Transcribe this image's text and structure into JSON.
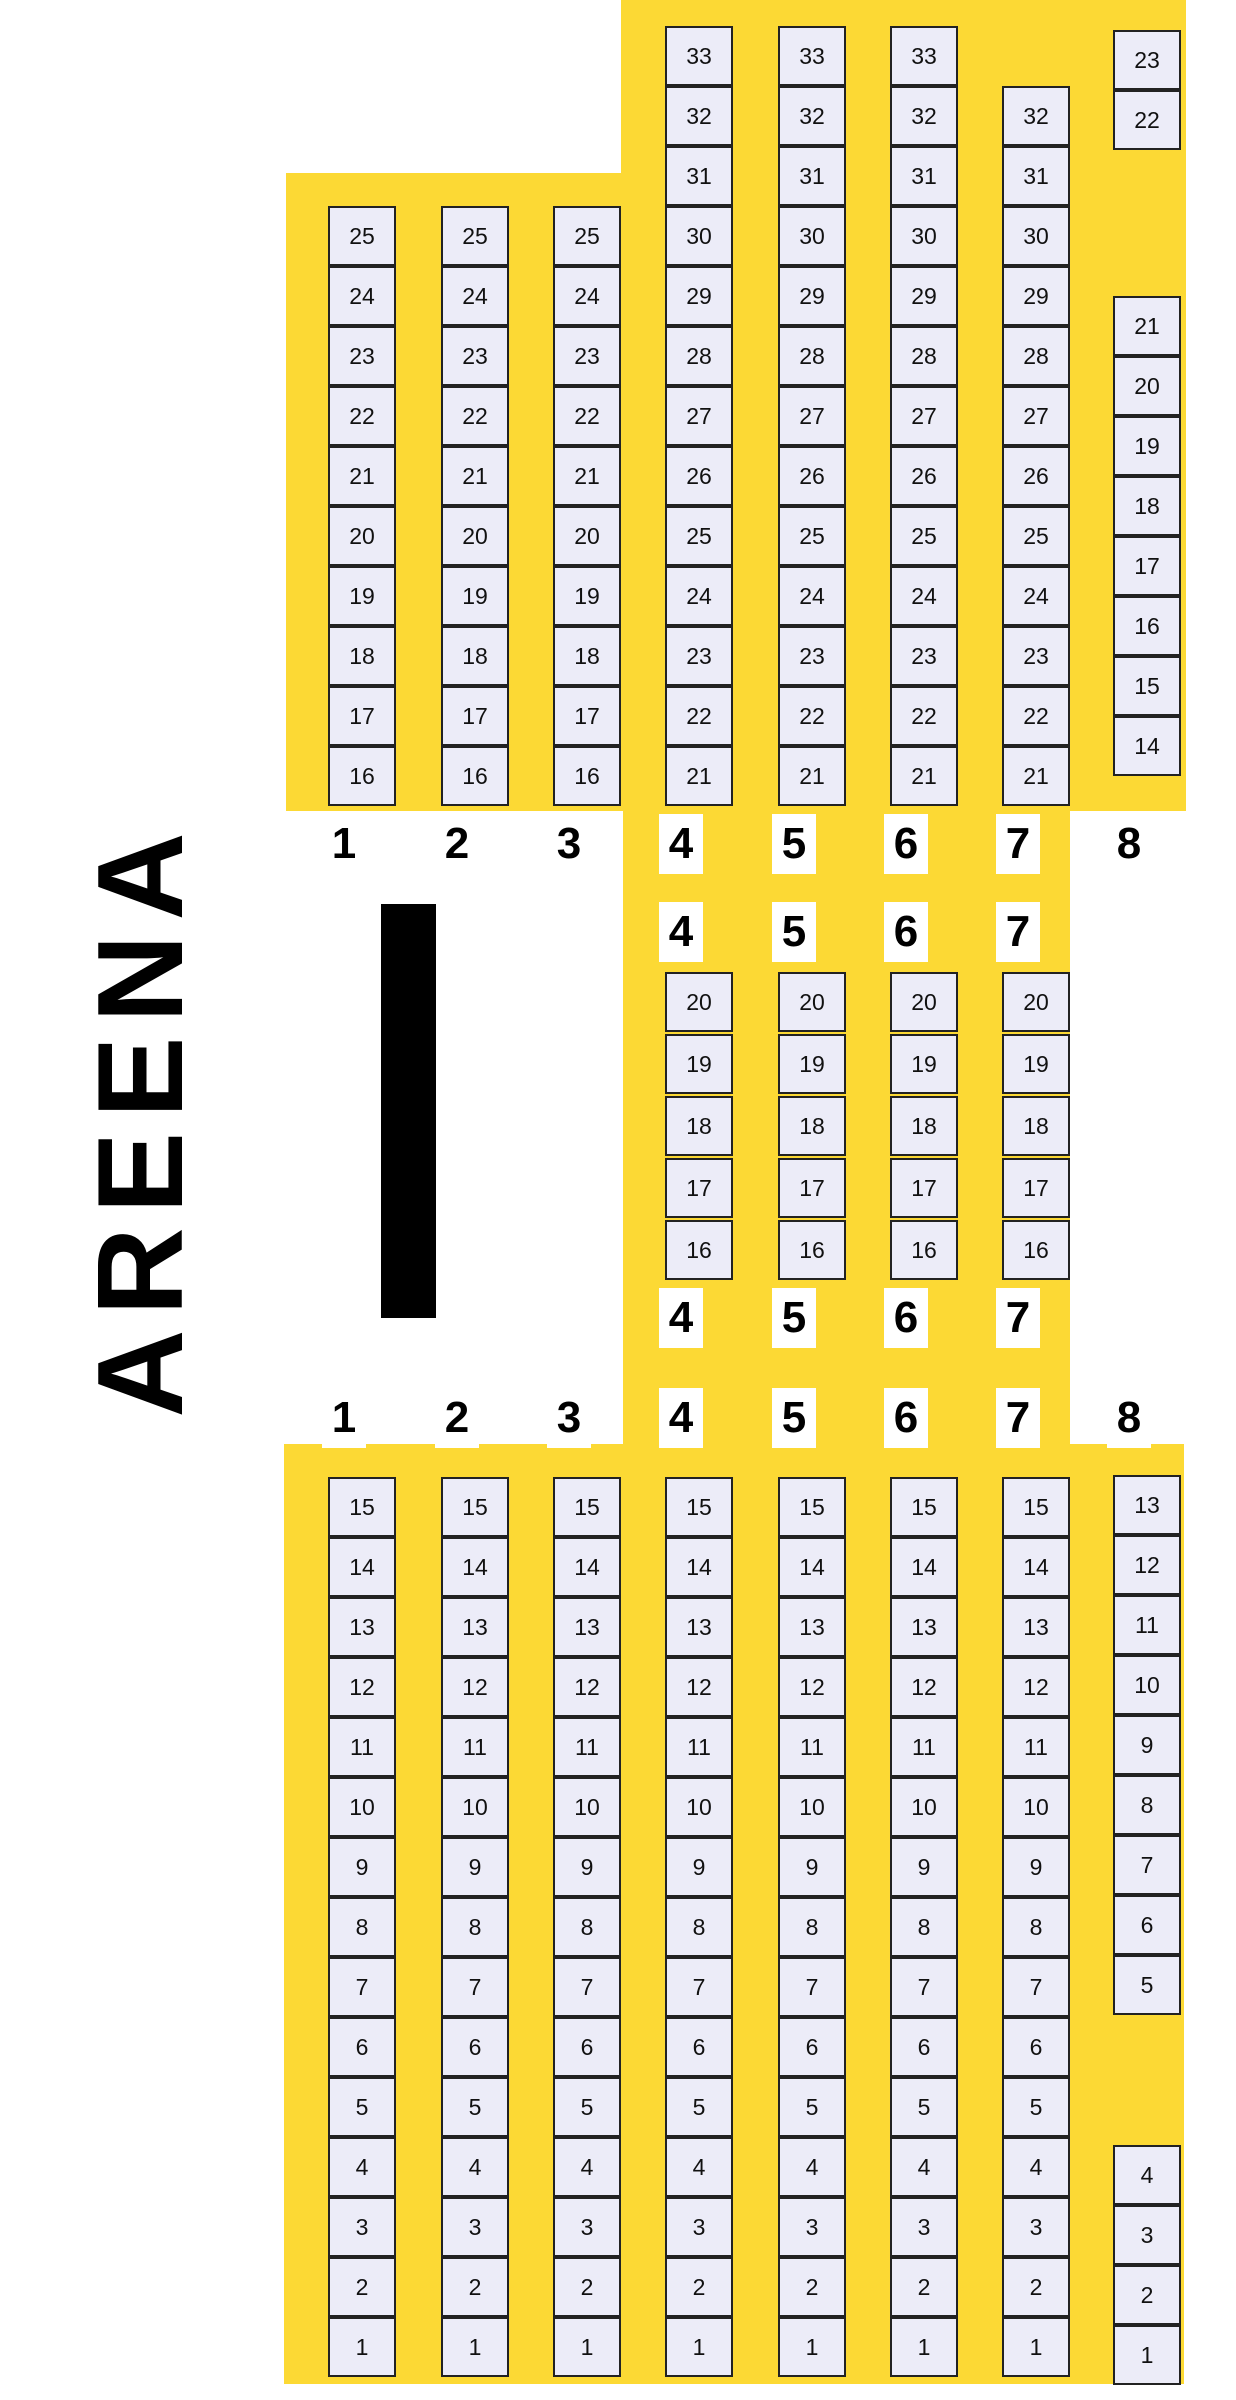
{
  "venue": {
    "area_label": "AREENA"
  },
  "colors": {
    "section": "#fcd934",
    "seat": "#ececf8",
    "seat_border": "#222222",
    "background": "#ffffff"
  },
  "row_labels": [
    "1",
    "2",
    "3",
    "4",
    "5",
    "6",
    "7",
    "8"
  ],
  "upper_block": {
    "row_labels_visible": [
      "1",
      "2",
      "3",
      "4",
      "5",
      "6",
      "7",
      "8"
    ],
    "rows": [
      {
        "row": "1",
        "seats": [
          25,
          24,
          23,
          22,
          21,
          20,
          19,
          18,
          17,
          16
        ]
      },
      {
        "row": "2",
        "seats": [
          25,
          24,
          23,
          22,
          21,
          20,
          19,
          18,
          17,
          16
        ]
      },
      {
        "row": "3",
        "seats": [
          25,
          24,
          23,
          22,
          21,
          20,
          19,
          18,
          17,
          16
        ]
      },
      {
        "row": "4",
        "seats": [
          33,
          32,
          31,
          30,
          29,
          28,
          27,
          26,
          25,
          24,
          23,
          22,
          21
        ]
      },
      {
        "row": "5",
        "seats": [
          33,
          32,
          31,
          30,
          29,
          28,
          27,
          26,
          25,
          24,
          23,
          22,
          21
        ]
      },
      {
        "row": "6",
        "seats": [
          33,
          32,
          31,
          30,
          29,
          28,
          27,
          26,
          25,
          24,
          23,
          22,
          21
        ]
      },
      {
        "row": "7",
        "seats": [
          32,
          31,
          30,
          29,
          28,
          27,
          26,
          25,
          24,
          23,
          22,
          21
        ]
      },
      {
        "row": "8",
        "seats": [
          23,
          22,
          21,
          20,
          19,
          18,
          17,
          16,
          15,
          14
        ]
      }
    ]
  },
  "middle_block": {
    "row_labels_top": [
      "4",
      "5",
      "6",
      "7"
    ],
    "row_labels_bottom": [
      "4",
      "5",
      "6",
      "7"
    ],
    "rows": [
      {
        "row": "4",
        "seats": [
          20,
          19,
          18,
          17,
          16
        ]
      },
      {
        "row": "5",
        "seats": [
          20,
          19,
          18,
          17,
          16
        ]
      },
      {
        "row": "6",
        "seats": [
          20,
          19,
          18,
          17,
          16
        ]
      },
      {
        "row": "7",
        "seats": [
          20,
          19,
          18,
          17,
          16
        ]
      }
    ]
  },
  "lower_block": {
    "row_labels_visible": [
      "1",
      "2",
      "3",
      "4",
      "5",
      "6",
      "7",
      "8"
    ],
    "rows": [
      {
        "row": "1",
        "seats": [
          15,
          14,
          13,
          12,
          11,
          10,
          9,
          8,
          7,
          6,
          5,
          4,
          3,
          2,
          1
        ]
      },
      {
        "row": "2",
        "seats": [
          15,
          14,
          13,
          12,
          11,
          10,
          9,
          8,
          7,
          6,
          5,
          4,
          3,
          2,
          1
        ]
      },
      {
        "row": "3",
        "seats": [
          15,
          14,
          13,
          12,
          11,
          10,
          9,
          8,
          7,
          6,
          5,
          4,
          3,
          2,
          1
        ]
      },
      {
        "row": "4",
        "seats": [
          15,
          14,
          13,
          12,
          11,
          10,
          9,
          8,
          7,
          6,
          5,
          4,
          3,
          2,
          1
        ]
      },
      {
        "row": "5",
        "seats": [
          15,
          14,
          13,
          12,
          11,
          10,
          9,
          8,
          7,
          6,
          5,
          4,
          3,
          2,
          1
        ]
      },
      {
        "row": "6",
        "seats": [
          15,
          14,
          13,
          12,
          11,
          10,
          9,
          8,
          7,
          6,
          5,
          4,
          3,
          2,
          1
        ]
      },
      {
        "row": "7",
        "seats": [
          15,
          14,
          13,
          12,
          11,
          10,
          9,
          8,
          7,
          6,
          5,
          4,
          3,
          2,
          1
        ]
      },
      {
        "row": "8",
        "seats": [
          13,
          12,
          11,
          10,
          9,
          8,
          7,
          6,
          5,
          4,
          3,
          2,
          1
        ]
      }
    ]
  }
}
